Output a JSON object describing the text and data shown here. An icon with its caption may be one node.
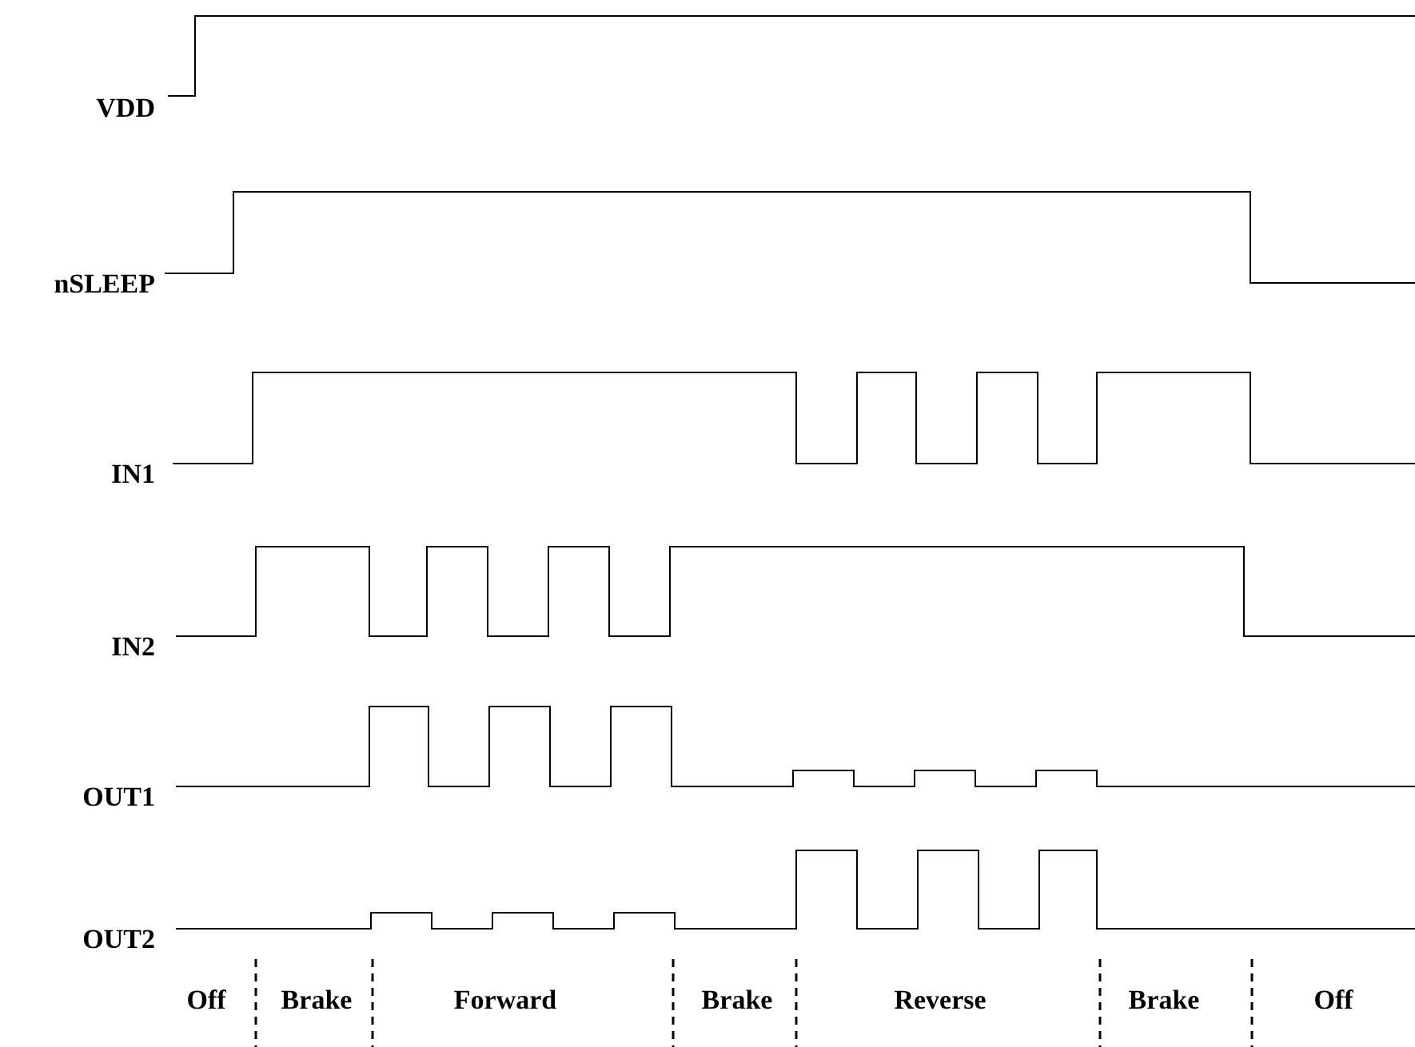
{
  "diagram": {
    "labels": [
      "VDD",
      "nSLEEP",
      "IN1",
      "IN2",
      "OUT1",
      "OUT2",
      "Off",
      "Brake",
      "Forward",
      "Brake",
      "Reverse",
      "Brake",
      "Off"
    ]
  }
}
